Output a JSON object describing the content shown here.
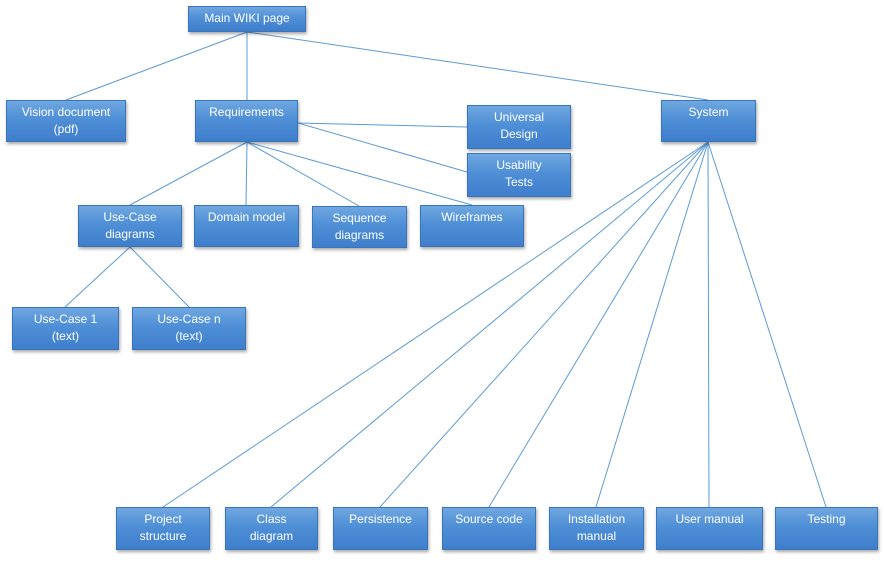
{
  "diagram": {
    "colors": {
      "node_fill": "#4f8fd6",
      "node_border": "#3a74bb",
      "node_text": "#ffffff",
      "edge": "#5b9bd5"
    },
    "nodes": {
      "main": "Main WIKI page",
      "vision": "Vision document\n(pdf)",
      "requirements": "Requirements",
      "universal": "Universal\nDesign",
      "usability": "Usability\nTests",
      "system": "System",
      "usecase_diagrams": "Use-Case\ndiagrams",
      "domain": "Domain model",
      "sequence": "Sequence\ndiagrams",
      "wireframes": "Wireframes",
      "usecase1": "Use-Case 1\n(text)",
      "usecasen": "Use-Case n\n(text)",
      "project_structure": "Project\nstructure",
      "class_diagram": "Class\ndiagram",
      "persistence": "Persistence",
      "source_code": "Source code",
      "installation": "Installation\nmanual",
      "user_manual": "User manual",
      "testing": "Testing"
    },
    "edges": [
      [
        "main",
        "vision"
      ],
      [
        "main",
        "requirements"
      ],
      [
        "main",
        "system"
      ],
      [
        "requirements",
        "universal"
      ],
      [
        "requirements",
        "usability"
      ],
      [
        "requirements",
        "usecase_diagrams"
      ],
      [
        "requirements",
        "domain"
      ],
      [
        "requirements",
        "sequence"
      ],
      [
        "requirements",
        "wireframes"
      ],
      [
        "usecase_diagrams",
        "usecase1"
      ],
      [
        "usecase_diagrams",
        "usecasen"
      ],
      [
        "system",
        "project_structure"
      ],
      [
        "system",
        "class_diagram"
      ],
      [
        "system",
        "persistence"
      ],
      [
        "system",
        "source_code"
      ],
      [
        "system",
        "installation"
      ],
      [
        "system",
        "user_manual"
      ],
      [
        "system",
        "testing"
      ]
    ]
  }
}
